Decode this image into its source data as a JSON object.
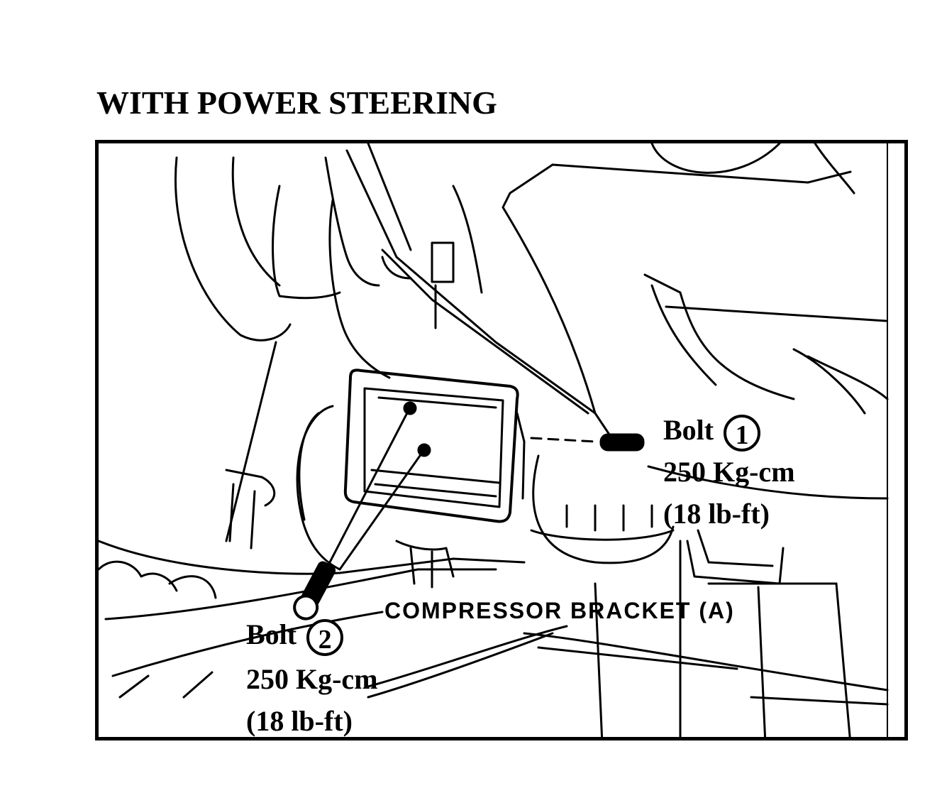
{
  "title": "WITH POWER STEERING",
  "bolt1": {
    "label": "Bolt",
    "number": "1",
    "torque_metric": "250 Kg-cm",
    "torque_imperial": "(18 lb-ft)"
  },
  "bolt2": {
    "label": "Bolt",
    "number": "2",
    "torque_metric": "250 Kg-cm",
    "torque_imperial": "(18 lb-ft)"
  },
  "bracket_label": "COMPRESSOR BRACKET (A)"
}
